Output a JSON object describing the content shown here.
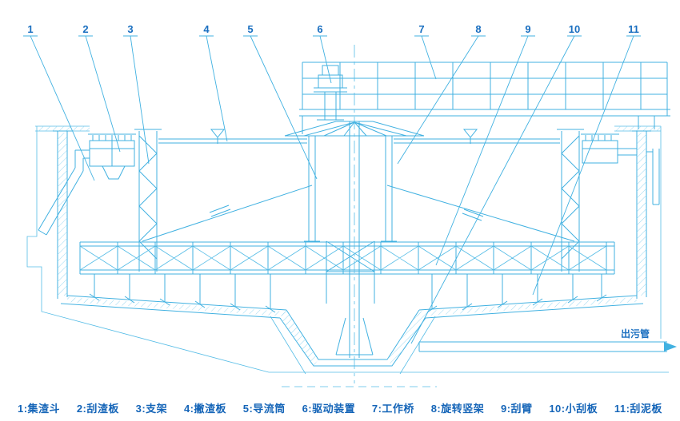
{
  "colors": {
    "line": "#41b1e1",
    "text": "#1a6fc0",
    "legend_text": "#1565b8"
  },
  "callouts": [
    "1",
    "2",
    "3",
    "4",
    "5",
    "6",
    "7",
    "8",
    "9",
    "10",
    "11"
  ],
  "legend": {
    "items": [
      "1:集渣斗",
      "2:刮渣板",
      "3:支架",
      "4:撇渣板",
      "5:导流筒",
      "6:驱动装置",
      "7:工作桥",
      "8:旋转竖架",
      "9:刮臂",
      "10:小刮板",
      "11:刮泥板"
    ]
  },
  "annotations": {
    "discharge_pipe": "出污管"
  }
}
